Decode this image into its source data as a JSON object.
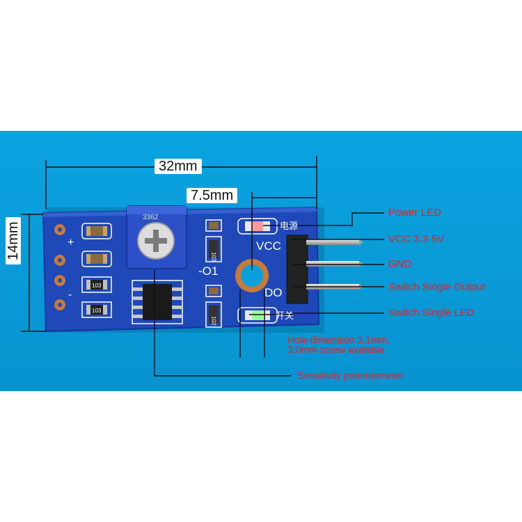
{
  "dimensions": {
    "width": "32mm",
    "hole_offset": "7.5mm",
    "height": "14mm"
  },
  "silkscreen": {
    "vcc": "VCC",
    "do": "DO",
    "o1": "-O1",
    "power_cn": "电源",
    "switch_cn": "开关",
    "pot_code": "3362",
    "resistor_1": "103",
    "resistor_2": "103",
    "cap_1": "103",
    "cap_2": "102"
  },
  "annotations": {
    "power_led": "Power LED",
    "vcc": "VCC 3.3-5V",
    "gnd": "GND",
    "switch_output": "Switch Single Output",
    "switch_led": "Switch Single LED",
    "hole_line1": "Hole dimension 3.1mm,",
    "hole_line2": "3.0mm screw avalable",
    "potentiometer": "Sensitivity potentiometer"
  },
  "colors": {
    "background": "#0a9fdd",
    "pcb": "#1f48b8",
    "annotation_text": "#ee1c1c",
    "dimension_lines": "#111111",
    "pin_header": "#222222",
    "pins": "#c8c8c8"
  }
}
